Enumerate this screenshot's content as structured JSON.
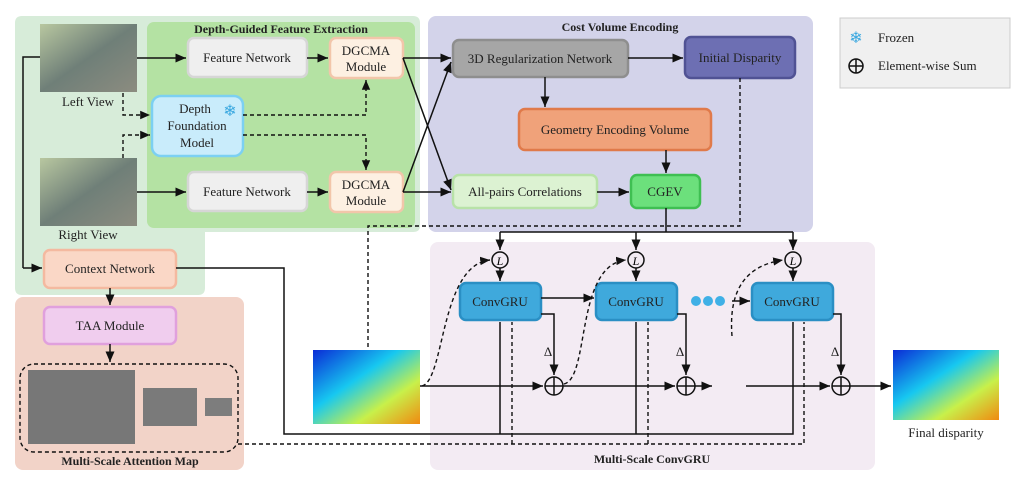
{
  "legend": {
    "frozen": "Frozen",
    "sum": "Element-wise Sum",
    "frozen_icon": "snowflake-icon",
    "sum_icon": "circle-plus-icon"
  },
  "extraction": {
    "title": "Depth-Guided Feature Extraction",
    "left_view": "Left View",
    "right_view": "Right View",
    "feature_network": "Feature Network",
    "dgcma_line1": "DGCMA",
    "dgcma_line2": "Module",
    "depth_line1": "Depth",
    "depth_line2": "Foundation",
    "depth_line3": "Model",
    "context_network": "Context Network"
  },
  "cost_volume": {
    "title": "Cost Volume Encoding",
    "regularization": "3D Regularization Network",
    "initial_disparity": "Initial Disparity",
    "gev": "Geometry Encoding Volume",
    "all_pairs": "All-pairs Correlations",
    "cgev": "CGEV"
  },
  "attention": {
    "taa": "TAA Module",
    "title": "Multi-Scale Attention Map"
  },
  "convgru": {
    "title": "Multi-Scale ConvGRU",
    "unit": "ConvGRU",
    "lookup": "L",
    "delta": "Δ",
    "final": "Final disparity"
  },
  "colors": {
    "light_green": "#d7ecd9",
    "green": "#b4e2a3",
    "purple": "#d3d3ea",
    "pink": "#f2d3c8",
    "convgru": "#3fa9dc",
    "gev": "#f0a27a"
  }
}
